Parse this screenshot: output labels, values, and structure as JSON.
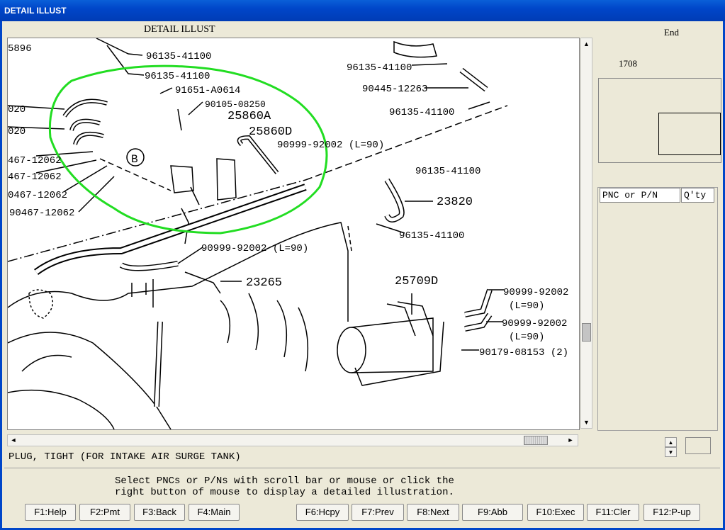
{
  "window": {
    "title": "DETAIL ILLUST"
  },
  "illustration": {
    "title": "DETAIL ILLUST",
    "labels": [
      "96135-41100",
      "96135-41100",
      "91651-A0614",
      "90105-08250",
      "25860A",
      "25860D",
      "90999-92002 (L=90)",
      "96135-41100",
      "90445-12263",
      "96135-41100",
      "96135-41100",
      "23820",
      "96135-41100",
      "90999-92002 (L=90)",
      "23265",
      "25709D",
      "90999-92002",
      "(L=90)",
      "90999-92002",
      "(L=90)",
      "90179-08153 (2)",
      "5896",
      "020",
      "020",
      "467-12062",
      "467-12062",
      "0467-12062",
      "90467-12062",
      "B"
    ]
  },
  "status_text": "PLUG, TIGHT (FOR INTAKE AIR SURGE TANK)",
  "right_panel": {
    "end_label": "End",
    "page_number": "1708",
    "table_headers": [
      "PNC or P/N",
      "Q'ty"
    ]
  },
  "message": "Select PNCs or P/Ns with scroll bar or mouse or click the\nright button of mouse to display a detailed illustration.",
  "function_keys": [
    {
      "label": "F1:Help"
    },
    {
      "label": "F2:Pmt"
    },
    {
      "label": "F3:Back"
    },
    {
      "label": "F4:Main"
    },
    {
      "label": "F6:Hcpy"
    },
    {
      "label": "F7:Prev"
    },
    {
      "label": "F8:Next"
    },
    {
      "label": "F9:Abb"
    },
    {
      "label": "F10:Exec"
    },
    {
      "label": "F11:Cler"
    },
    {
      "label": "F12:P-up"
    }
  ],
  "colors": {
    "titlebar": "#0046c9",
    "highlight": "#22dd22",
    "panel": "#ece9d8"
  }
}
